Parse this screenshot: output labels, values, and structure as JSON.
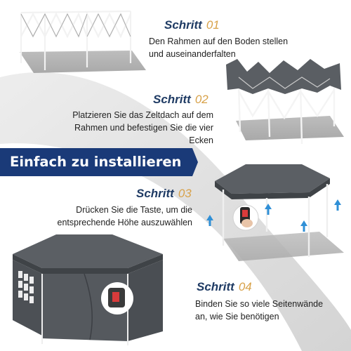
{
  "banner": {
    "text": "Einfach zu installieren",
    "color": "#1a3a78"
  },
  "steps": [
    {
      "label": "Schritt",
      "number": "01",
      "lines": [
        "Den Rahmen auf den Boden stellen",
        "und auseinanderfalten"
      ]
    },
    {
      "label": "Schritt",
      "number": "02",
      "lines": [
        "Platzieren Sie das Zeltdach auf dem",
        "Rahmen und befestigen Sie die vier Ecken"
      ]
    },
    {
      "label": "Schritt",
      "number": "03",
      "lines": [
        "Drücken Sie die Taste, um die",
        "entsprechende Höhe auszuwählen"
      ]
    },
    {
      "label": "Schritt",
      "number": "04",
      "lines": [
        "Binden Sie so viele Seitenwände",
        "an, wie Sie benötigen"
      ]
    }
  ],
  "colors": {
    "tent_fabric": "#55595e",
    "tent_dark": "#3f4347",
    "frame": "#e6e6e6",
    "arrow": "#2f8fd6",
    "title": "#1f3b64",
    "accent": "#d8a24a"
  },
  "icons": [
    "frame-illustration",
    "canopy-on-frame-illustration",
    "tent-raised-illustration",
    "tent-with-walls-illustration",
    "height-button-closeup",
    "up-arrow-icon"
  ]
}
